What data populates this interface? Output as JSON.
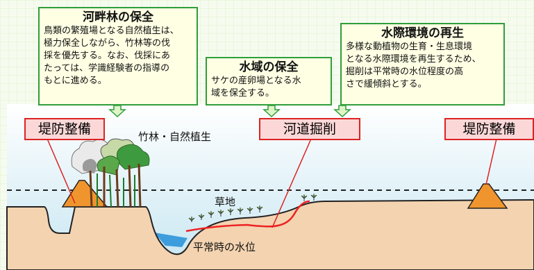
{
  "notes": {
    "riparian": {
      "title": "河畔林の保全",
      "body": "鳥類の繁殖場となる自然植生は、\n極力保全しながら、竹林等の伐\n採を優先する。なお、伐採にあ\nたっては、学識経験者の指導の\nもとに進める。"
    },
    "waterarea": {
      "title": "水域の保全",
      "body": "サケの産卵場となる水\n域を保全する。"
    },
    "waterside": {
      "title": "水際環境の再生",
      "body": "多様な動植物の生育・生息環境\nとなる水際環境を再生するため、\n掘削は平常時の水位程度の高\nさで緩傾斜とする。"
    }
  },
  "tags": {
    "levee_left": "堤防整備",
    "channel": "河道掘削",
    "levee_right": "堤防整備"
  },
  "labels": {
    "vegetation": "竹林・自然植生",
    "grassland": "草地",
    "water_level": "平常時の水位"
  },
  "colors": {
    "ground": "#f3d3b0",
    "ground_edge": "#222222",
    "levee": "#f0952e",
    "note_border": "#2e9e3a",
    "tag_border": "#dd2222",
    "water": "#3d9ddd",
    "sky_top": "#ffffff",
    "sky_bottom": "#c9e7f2",
    "grid": "#dff2c9",
    "excavation_line": "#ee2222"
  }
}
